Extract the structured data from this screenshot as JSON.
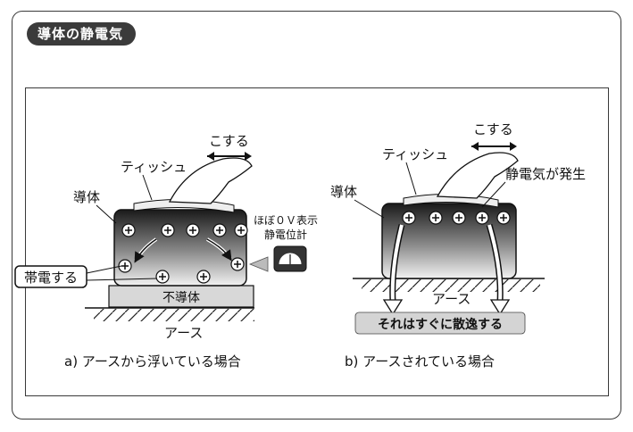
{
  "title": "導体の静電気",
  "left": {
    "rub": "こする",
    "tissue": "ティッシュ",
    "conductor": "導体",
    "meter_line1": "ほぼ０Ｖ表示",
    "meter_line2": "静電位計",
    "charged": "帯電する",
    "insulator": "不導体",
    "earth": "アース",
    "caption": "a) アースから浮いている場合"
  },
  "right": {
    "rub": "こする",
    "tissue": "ティッシュ",
    "conductor": "導体",
    "static": "静電気が発生",
    "earth": "アース",
    "dissipate": "それはすぐに散逸する",
    "caption": "b) アースされている場合"
  },
  "plus_symbol": "+"
}
